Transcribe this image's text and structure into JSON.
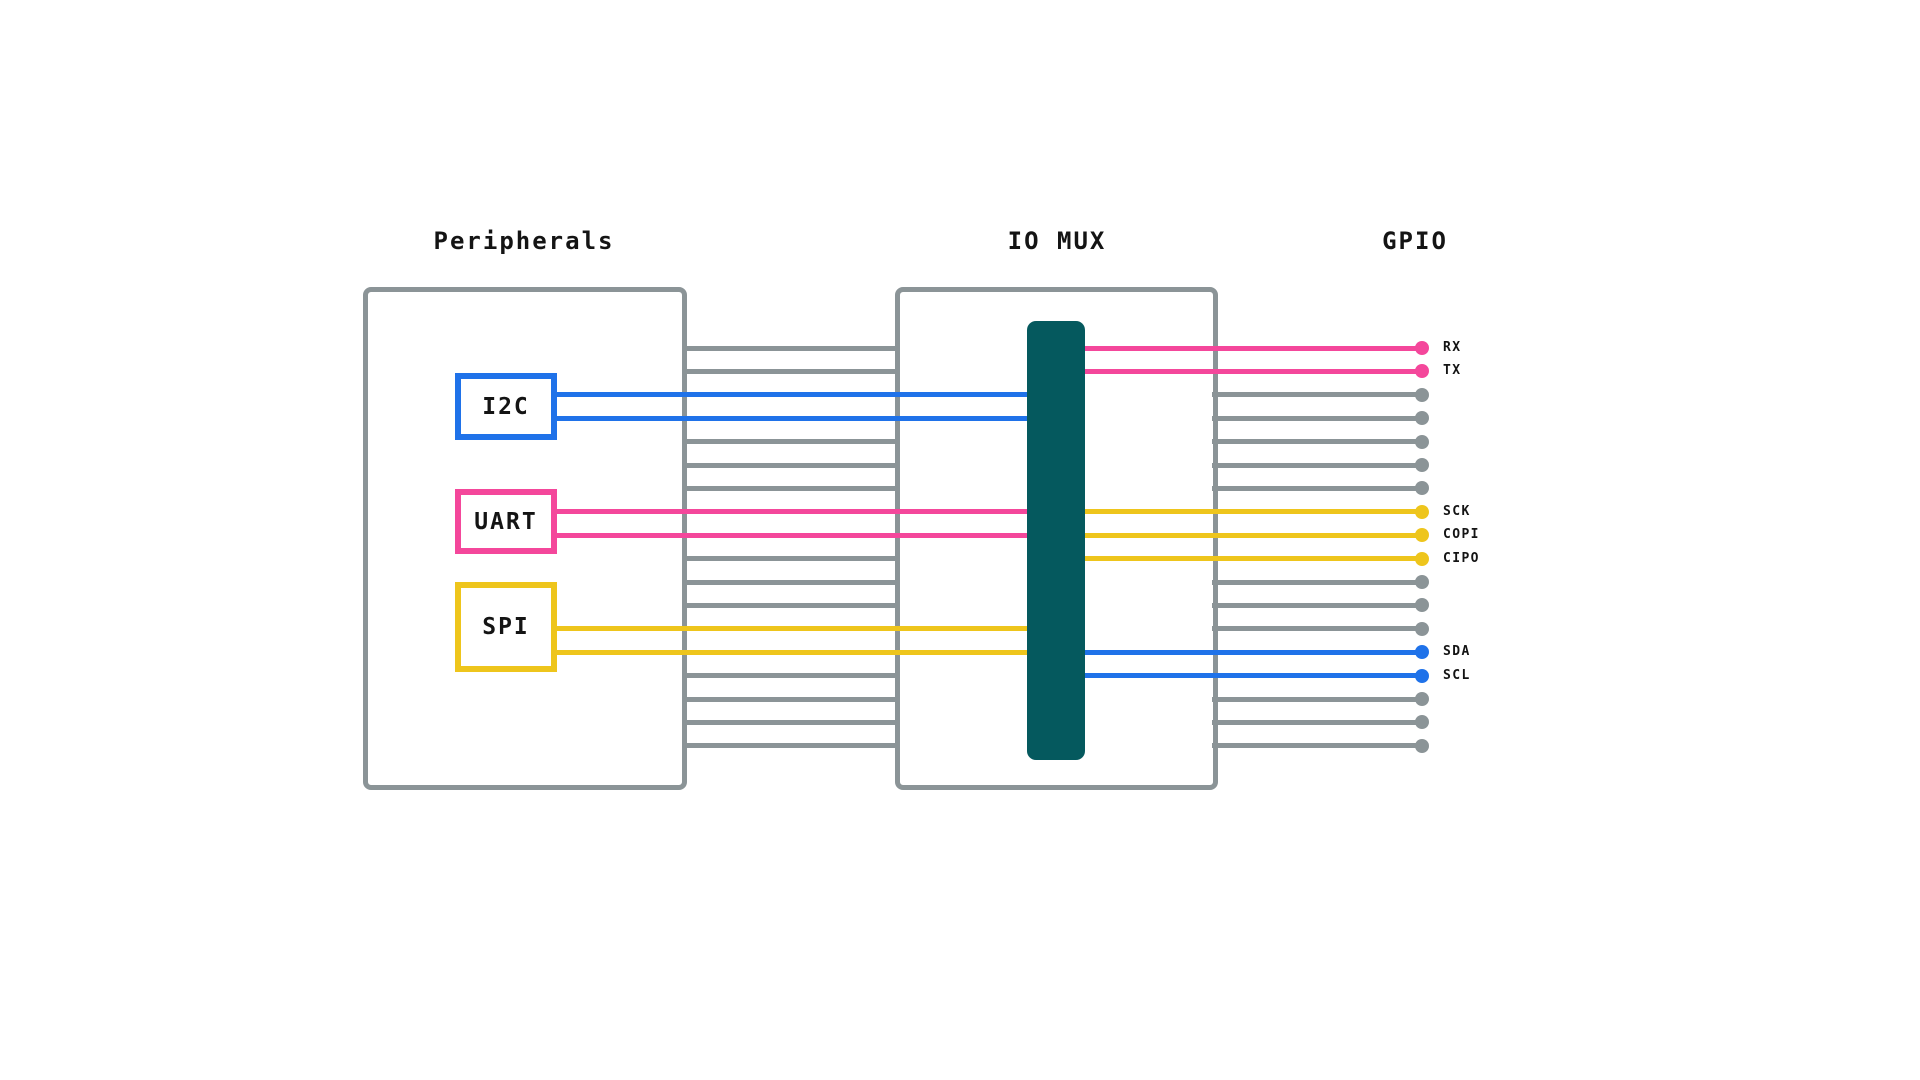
{
  "diagram": {
    "titles": {
      "peripherals": "Peripherals",
      "io_mux": "IO MUX",
      "gpio": "GPIO"
    },
    "colors": {
      "blue": "#1F72E9",
      "pink": "#F4479B",
      "yellow": "#EEC51C",
      "gray": "#8B9497",
      "teal": "#05595E",
      "text": "#141414",
      "background": "#FFFFFF"
    },
    "peripheral_blocks": [
      {
        "id": "i2c",
        "label": "I2C",
        "color": "blue"
      },
      {
        "id": "uart",
        "label": "UART",
        "color": "pink"
      },
      {
        "id": "spi",
        "label": "SPI",
        "color": "yellow"
      }
    ],
    "bus_lines": [
      {
        "left": "gray",
        "right": "pink",
        "label": "RX"
      },
      {
        "left": "gray",
        "right": "pink",
        "label": "TX"
      },
      {
        "left": "blue",
        "right": "gray",
        "label": ""
      },
      {
        "left": "blue",
        "right": "gray",
        "label": ""
      },
      {
        "left": "gray",
        "right": "gray",
        "label": ""
      },
      {
        "left": "gray",
        "right": "gray",
        "label": ""
      },
      {
        "left": "gray",
        "right": "gray",
        "label": ""
      },
      {
        "left": "pink",
        "right": "yellow",
        "label": "SCK"
      },
      {
        "left": "pink",
        "right": "yellow",
        "label": "COPI"
      },
      {
        "left": "gray",
        "right": "yellow",
        "label": "CIPO"
      },
      {
        "left": "gray",
        "right": "gray",
        "label": ""
      },
      {
        "left": "gray",
        "right": "gray",
        "label": ""
      },
      {
        "left": "yellow",
        "right": "gray",
        "label": ""
      },
      {
        "left": "yellow",
        "right": "blue",
        "label": "SDA"
      },
      {
        "left": "gray",
        "right": "blue",
        "label": "SCL"
      },
      {
        "left": "gray",
        "right": "gray",
        "label": ""
      },
      {
        "left": "gray",
        "right": "gray",
        "label": ""
      },
      {
        "left": "gray",
        "right": "gray",
        "label": ""
      }
    ]
  }
}
